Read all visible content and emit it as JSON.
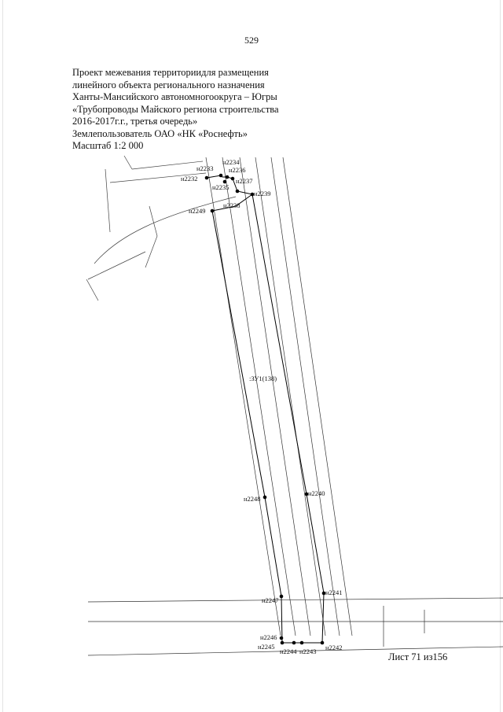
{
  "page_number": "529",
  "header": {
    "lines": [
      "Проект межевания территориидля размещения",
      "линейного объекта регионального назначения",
      "Ханты-Мансийского автономногоокруга – Югры",
      "«Трубопроводы Майского региона строительства",
      "2016-2017г.г., третья очередь»",
      "Землепользователь ОАО «НК «Роснефть»",
      "Масштаб 1:2 000"
    ]
  },
  "map": {
    "parcel_label": ":ЗУ1(138)",
    "points": [
      "н2232",
      "н2233",
      "н2234",
      "н2235",
      "н2236",
      "н2237",
      "н2238",
      "н2239",
      "н2240",
      "н2241",
      "н2242",
      "н2243",
      "н2244",
      "н2245",
      "н2246",
      "н2247",
      "н2248",
      "н2249"
    ]
  },
  "sheet_label": "Лист 71 из156"
}
